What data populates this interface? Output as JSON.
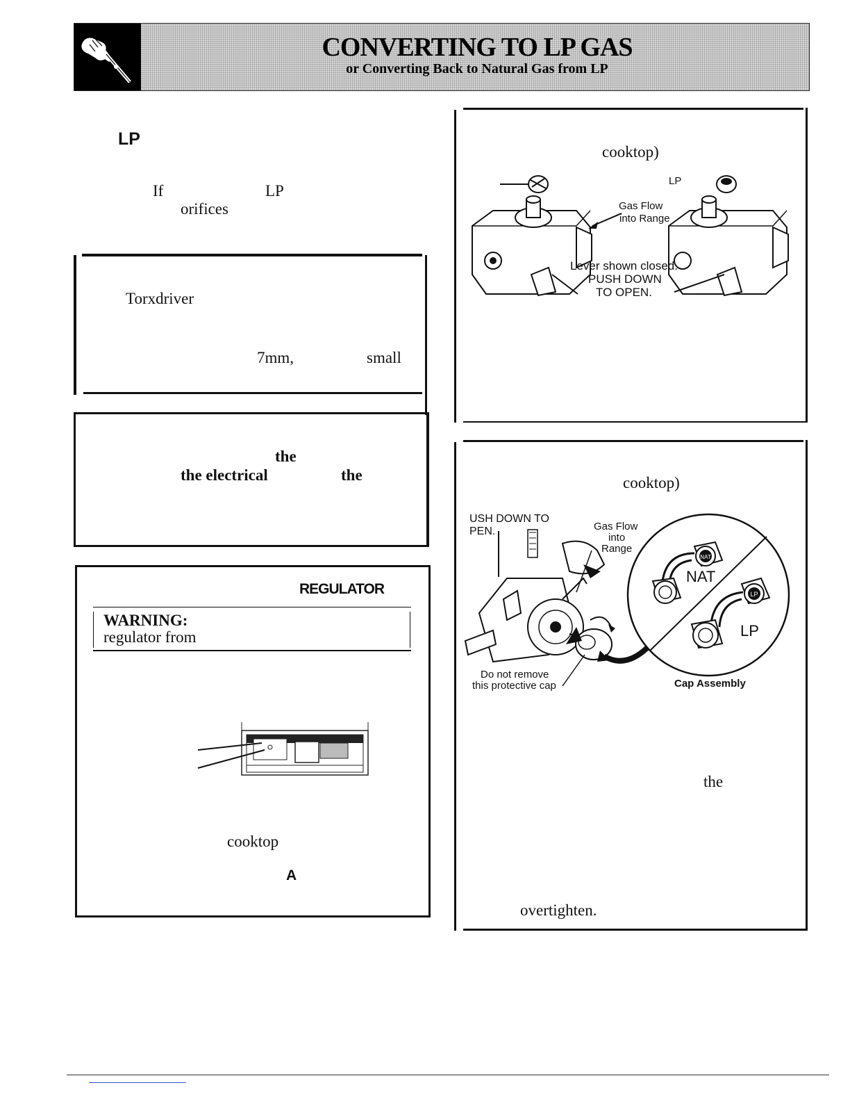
{
  "header": {
    "title": "CONVERTING TO LP GAS",
    "subtitle": "or Converting Back to Natural Gas from LP"
  },
  "left": {
    "intro": {
      "lp_heading": "LP",
      "frag_if": "If",
      "frag_lp": "LP",
      "frag_orifices": "orifices"
    },
    "tools_box": {
      "frag_torxdriver": "Torxdriver",
      "frag_7mm": "7mm,",
      "frag_small": "small"
    },
    "power_box": {
      "frag_the1": "the",
      "frag_the_electrical": "the electrical",
      "frag_the2": "the"
    },
    "regulator_box": {
      "heading_regulator": "REGULATOR",
      "warning_label": "WARNING:",
      "warning_text": "regulator from",
      "frag_cooktop": "cooktop",
      "frag_a": "A"
    }
  },
  "right": {
    "valve_box": {
      "frag_cooktop": "cooktop)",
      "label_lp": "LP",
      "label_gas_flow": "Gas Flow",
      "label_into_range": "into Range",
      "label_lever_closed": "Lever shown closed.",
      "label_push_down": "PUSH DOWN",
      "label_to_open": "TO OPEN."
    },
    "cap_box": {
      "frag_cooktop": "cooktop)",
      "label_push_down": "USH DOWN TO",
      "label_pen": "PEN.",
      "label_gas_flow": "Gas Flow",
      "label_into": "into",
      "label_range": "Range",
      "label_nat": "NAT",
      "label_lp": "LP",
      "label_nat_badge": "NAT",
      "label_lp_badge": "LP",
      "label_do_not_remove": "Do not remove",
      "label_protective_cap": "this protective cap",
      "label_cap_assembly": "Cap Assembly",
      "frag_the": "the",
      "frag_overtighten": "overtighten."
    }
  }
}
